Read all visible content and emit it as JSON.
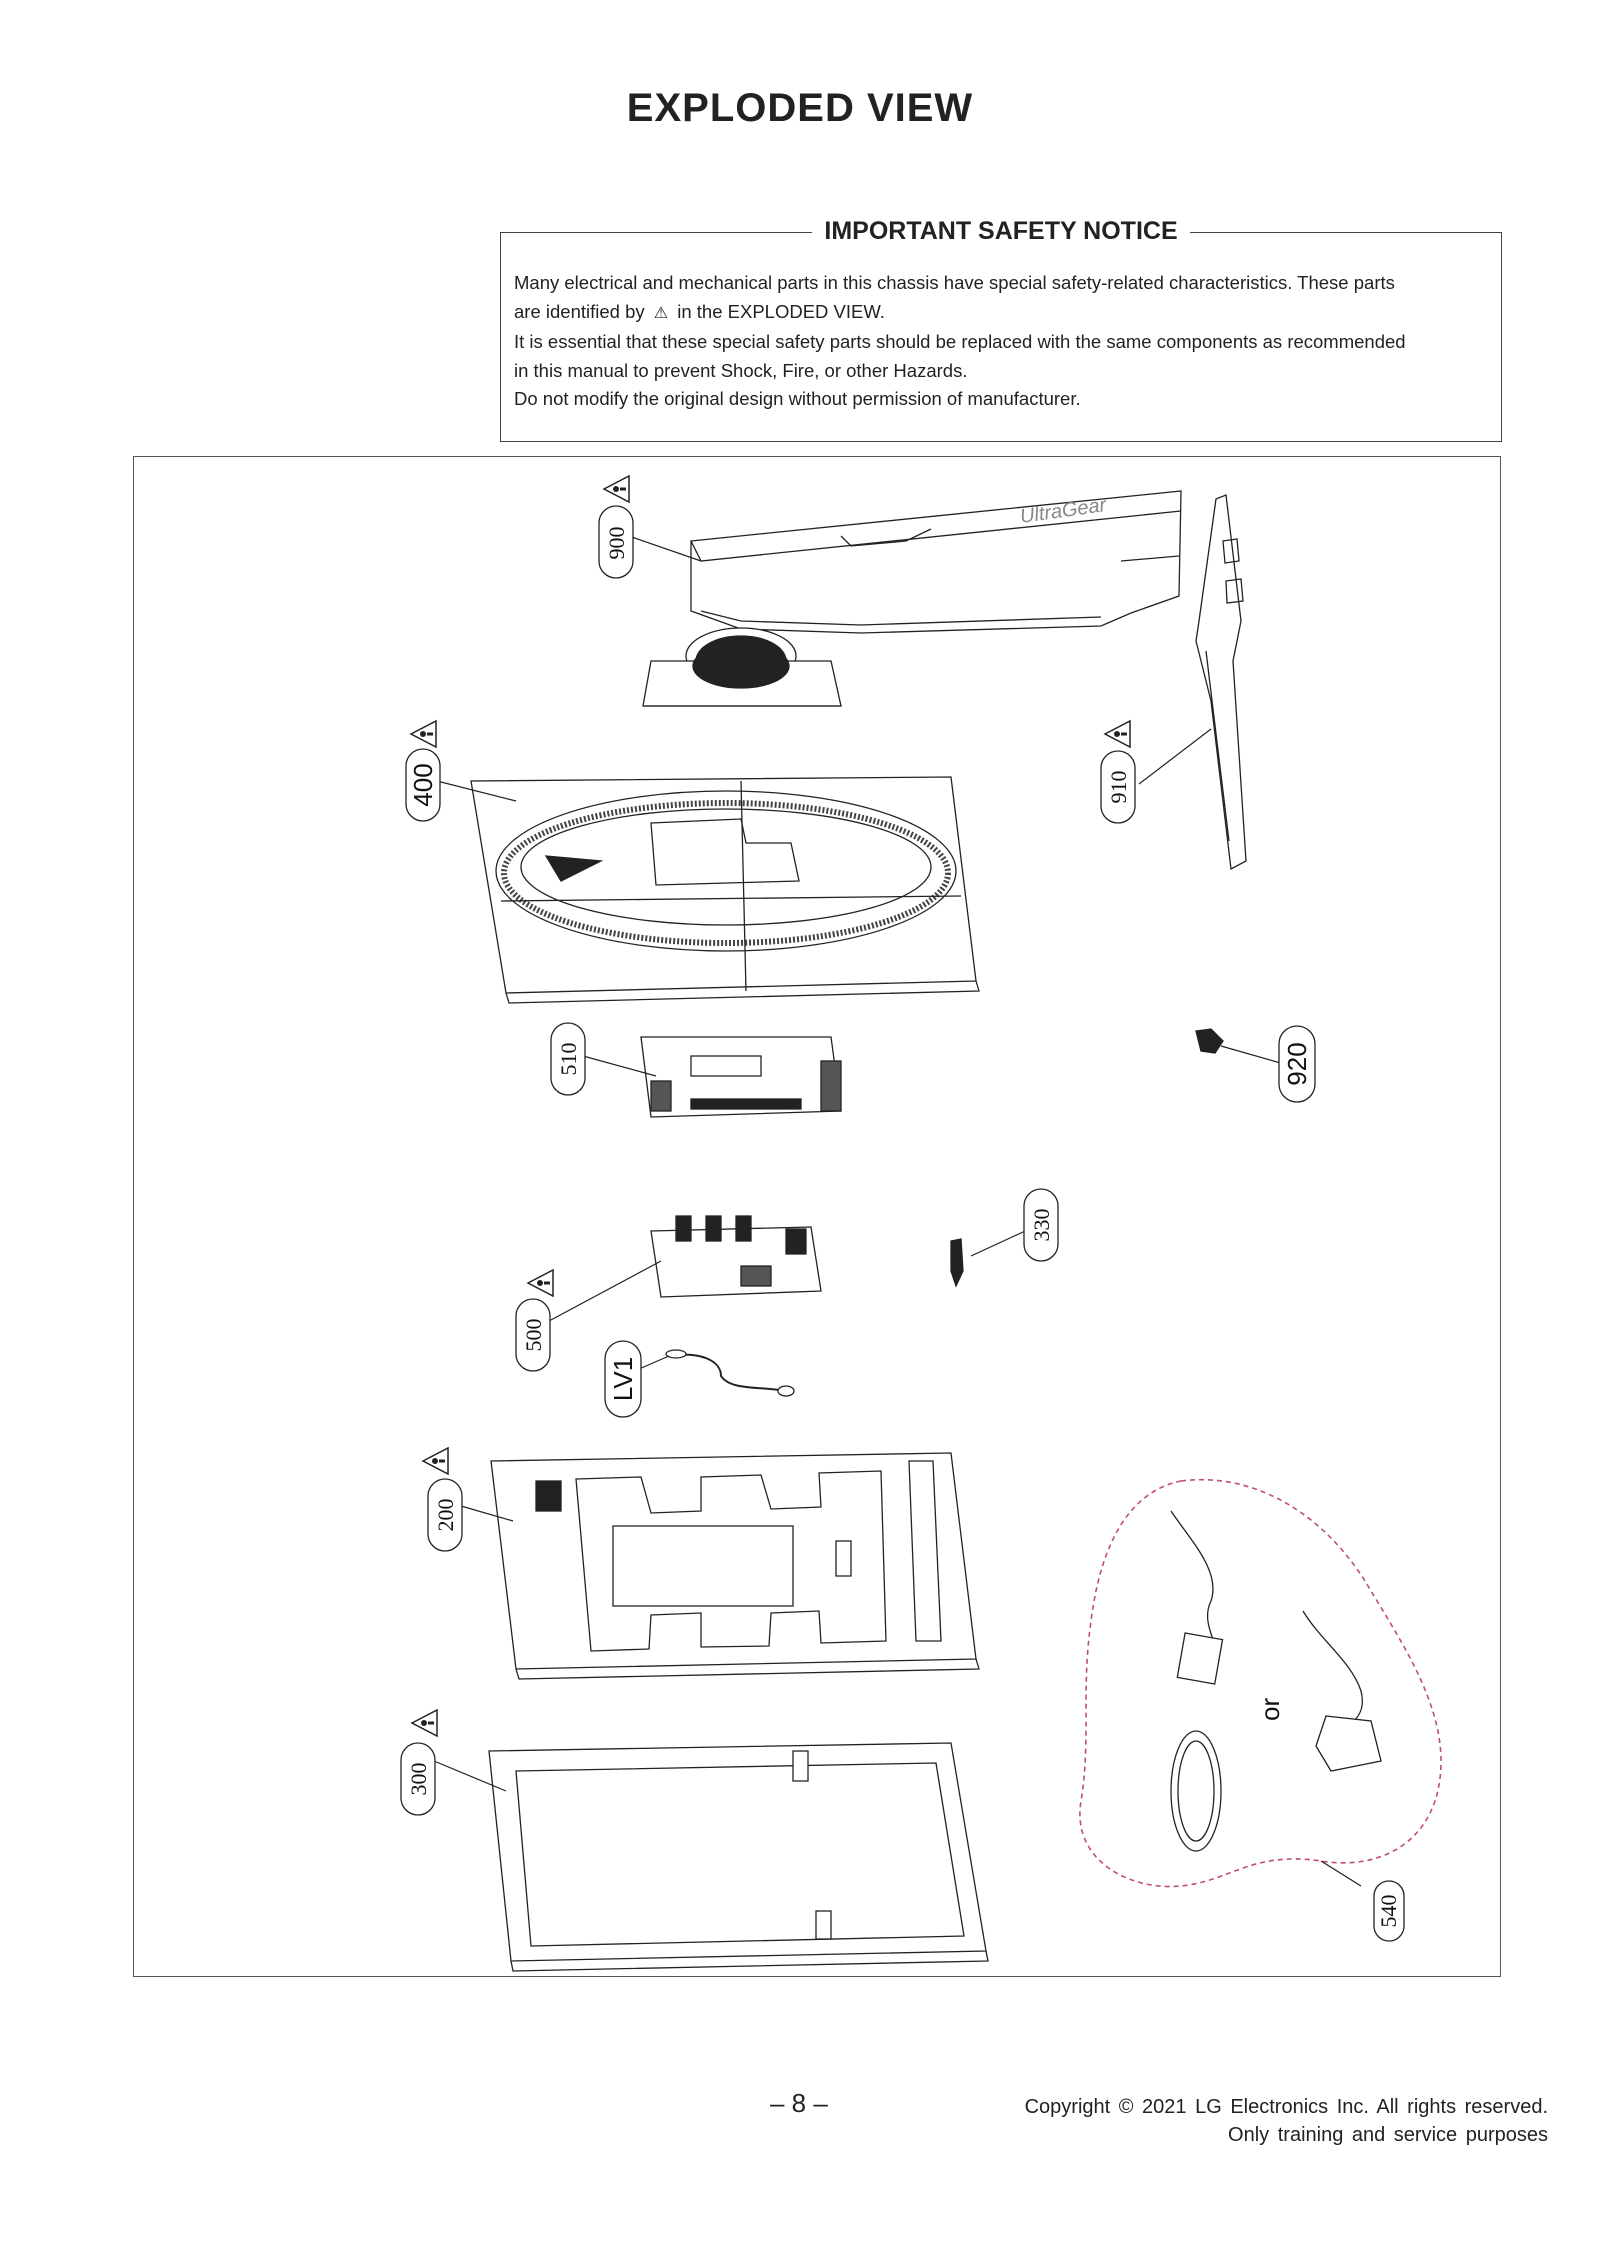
{
  "page": {
    "title": "EXPLODED  VIEW",
    "number": "– 8 –"
  },
  "notice": {
    "title": "IMPORTANT SAFETY NOTICE",
    "line1": "Many electrical and mechanical parts in this chassis have special safety-related characteristics. These parts",
    "line2_before": "are identified by",
    "line2_symbol": "⚠",
    "line2_after": "in the EXPLODED VIEW.",
    "line3": "It is essential that these special safety parts should be replaced with the same components as recommended",
    "line4": "in this manual to prevent Shock, Fire, or other Hazards.",
    "line5": "Do not modify the original design without permission of manufacturer."
  },
  "diagram": {
    "brand_logo": "UltraGear",
    "or_label": "or",
    "parts": [
      "900",
      "910",
      "400",
      "510",
      "920",
      "330",
      "500",
      "LV1",
      "200",
      "300",
      "540"
    ]
  },
  "footer": {
    "copyright": "Copyright © 2021 LG Electronics Inc. All rights reserved.",
    "purpose": "Only training and service purposes"
  }
}
